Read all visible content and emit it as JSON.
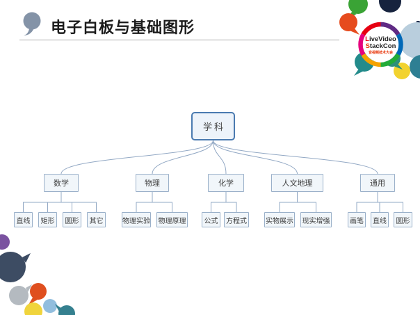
{
  "header": {
    "title": "电子白板与基础图形"
  },
  "logo": {
    "line1_initial": "L",
    "line1_rest": "iveVideo",
    "line2_initial": "S",
    "line2_rest": "tackCon",
    "tagline": "音视频技术大会"
  },
  "tree": {
    "root": {
      "label": "学科"
    },
    "branches": [
      {
        "label": "数学",
        "children": [
          {
            "label": "直线"
          },
          {
            "label": "矩形"
          },
          {
            "label": "圆形"
          },
          {
            "label": "其它"
          }
        ]
      },
      {
        "label": "物理",
        "children": [
          {
            "label": "物理实验"
          },
          {
            "label": "物理原理"
          }
        ]
      },
      {
        "label": "化学",
        "children": [
          {
            "label": "公式"
          },
          {
            "label": "方程式"
          }
        ]
      },
      {
        "label": "人文地理",
        "children": [
          {
            "label": "实物展示"
          },
          {
            "label": "现实增强"
          }
        ]
      },
      {
        "label": "通用",
        "children": [
          {
            "label": "画笔"
          },
          {
            "label": "直线"
          },
          {
            "label": "圆形"
          }
        ]
      }
    ]
  },
  "colors": {
    "node_border": "#9ab0c9",
    "node_fill": "#f1f6fa",
    "root_border": "#4a7ab0",
    "connector": "#92a8c4",
    "title_bubble": "#8493a7",
    "tagline_red": "#e8380d"
  }
}
